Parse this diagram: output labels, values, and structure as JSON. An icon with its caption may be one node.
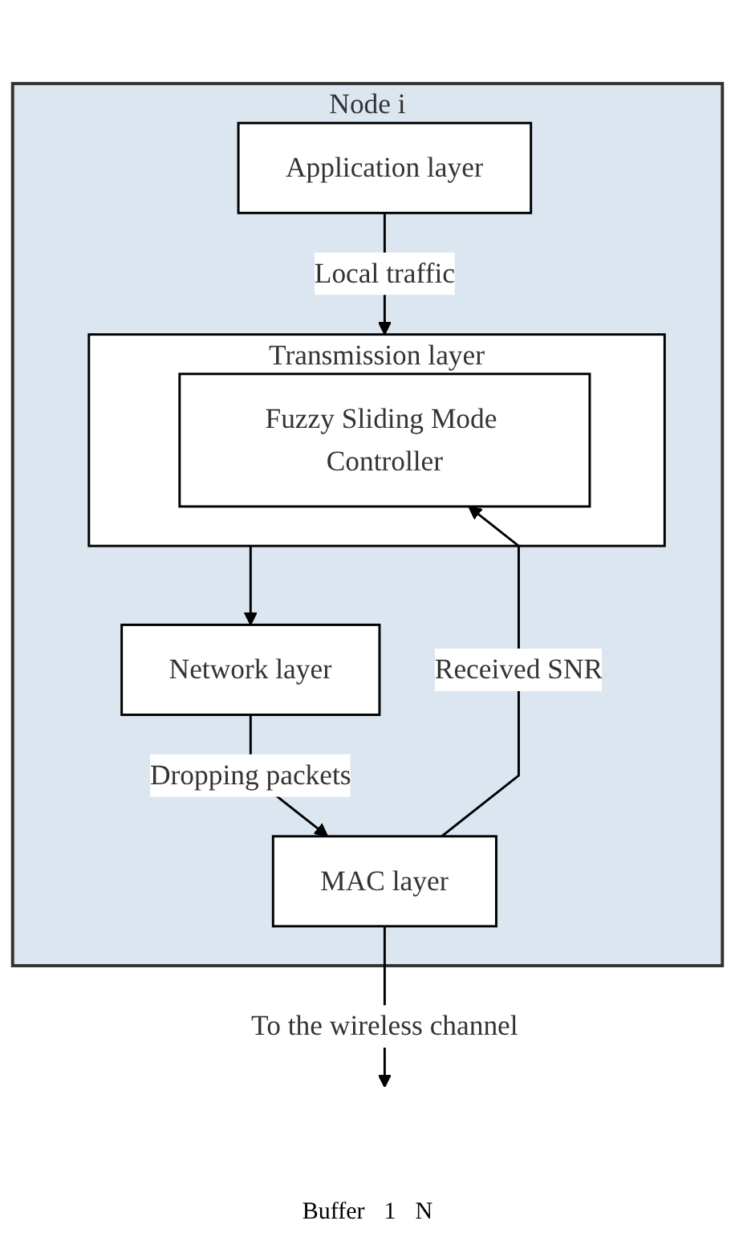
{
  "diagram": {
    "nodes": [
      {
        "text": [
          "Node i"
        ]
      },
      {
        "text": [
          "Application layer"
        ],
        "in": 0
      },
      {
        "text": [
          "Transmission layer"
        ],
        "in": 0
      },
      {
        "text": [
          "Fuzzy Sliding Mode Controller"
        ],
        "in": 2
      },
      {
        "text": [
          "Network layer"
        ],
        "in": 0
      },
      {
        "text": [
          "MAC layer"
        ],
        "in": 0
      }
    ],
    "edges": [
      {
        "from": 1,
        "to": 2,
        "arrow": "to",
        "label": "Local traffic"
      },
      {
        "from": 2,
        "to": 4,
        "arrow": "to"
      },
      {
        "from": 4,
        "to": 5,
        "arrow": "to",
        "label": "Dropping packets"
      },
      {
        "from": 5,
        "to": null,
        "arrow": "to",
        "label": "To the wireless channel"
      },
      {
        "from": 5,
        "to": 3,
        "arrow": "to",
        "label": "Received SNR"
      }
    ],
    "labels": [
      "Buffer",
      "1",
      "N"
    ]
  }
}
